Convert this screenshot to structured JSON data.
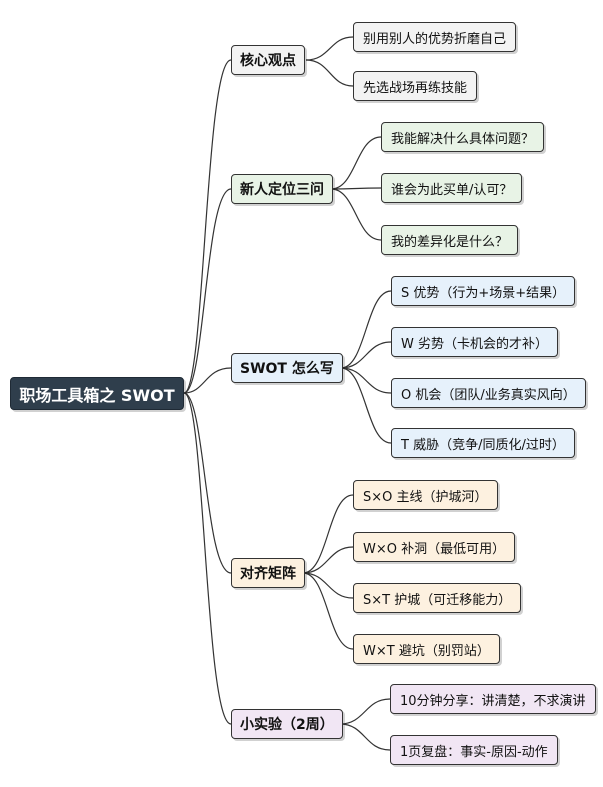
{
  "root": {
    "label": "职场工具箱之 SWOT"
  },
  "branches": [
    {
      "label": "核心观点",
      "leaves": [
        "别用别人的优势折磨自己",
        "先选战场再练技能"
      ]
    },
    {
      "label": "新人定位三问",
      "leaves": [
        "我能解决什么具体问题？",
        "谁会为此买单/认可？",
        "我的差异化是什么？"
      ]
    },
    {
      "label": "SWOT 怎么写",
      "leaves": [
        "S 优势（行为+场景+结果）",
        "W 劣势（卡机会的才补）",
        "O 机会（团队/业务真实风向）",
        "T 威胁（竞争/同质化/过时）"
      ]
    },
    {
      "label": "对齐矩阵",
      "leaves": [
        "S×O 主线（护城河）",
        "W×O 补洞（最低可用）",
        "S×T 护城（可迁移能力）",
        "W×T 避坑（别罚站）"
      ]
    },
    {
      "label": "小实验（2周）",
      "leaves": [
        "10分钟分享：讲清楚，不求演讲",
        "1页复盘：事实-原因-动作"
      ]
    }
  ],
  "colors": {
    "root_fill": "#2f3e4c",
    "line": "#333333",
    "branch_fills": [
      "#f3f3f3",
      "#e8f3e6",
      "#e6f1fb",
      "#fdf1e0",
      "#f1e6f4"
    ]
  }
}
